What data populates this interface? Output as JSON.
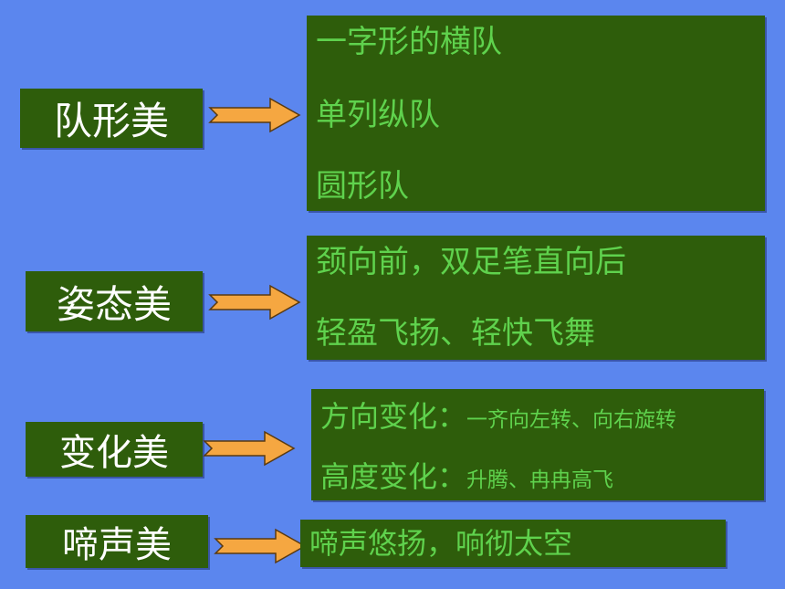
{
  "rows": [
    {
      "label": "队形美",
      "lines": [
        "一字形的横队",
        "单列纵队",
        "圆形队"
      ]
    },
    {
      "label": "姿态美",
      "lines": [
        "颈向前，双足笔直向后",
        "轻盈飞扬、轻快飞舞"
      ]
    },
    {
      "label": "变化美",
      "lines": [
        {
          "head": "方向变化：",
          "tail": "一齐向左转、向右旋转"
        },
        {
          "head": "高度变化：",
          "tail": "升腾、冉冉高飞"
        }
      ]
    },
    {
      "label": "啼声美",
      "lines": [
        "啼声悠扬，响彻太空"
      ]
    }
  ],
  "colors": {
    "background": "#5b86ee",
    "box": "#2e5d0b",
    "label_text": "#ffffff",
    "panel_text": "#5fd24d",
    "arrow": "#f5a741"
  },
  "icons": [
    "right-arrow-icon"
  ]
}
